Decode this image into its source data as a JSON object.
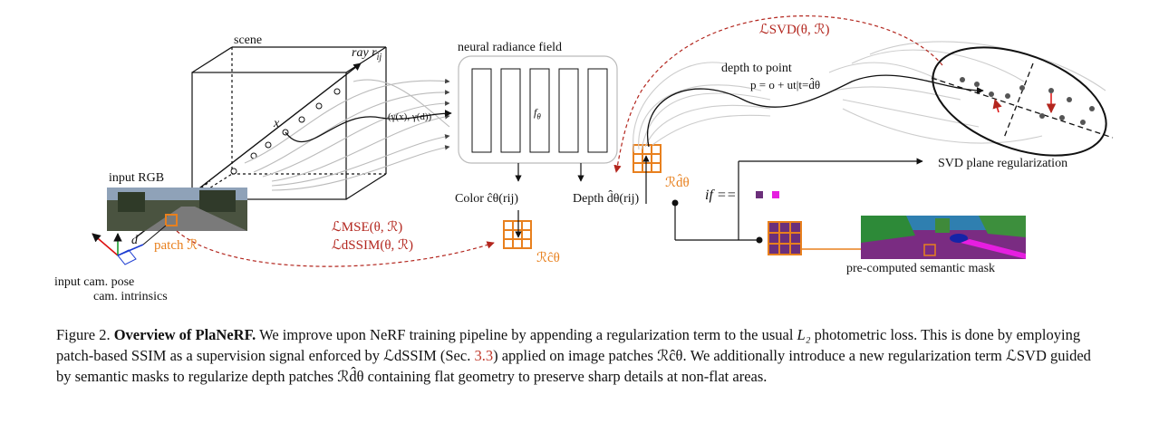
{
  "figure": {
    "scene_label": "scene",
    "ray_label": "ray r",
    "ray_sub": "ij",
    "x_label": "x",
    "gamma_label": "(γ(x), γ(d))",
    "nerf_label": "neural radiance field",
    "f_label": "f",
    "f_sub": "θ",
    "input_rgb_label": "input RGB",
    "patch_label": "patch ℛ",
    "d_label": "d",
    "cam_pose_label": "input cam. pose",
    "cam_intrinsics_label": "cam. intrinsics",
    "color_label": "Color  ĉθ(rij)",
    "depth_label": "Depth  d̂θ(rij)",
    "loss_mse": "ℒMSE(θ, ℛ)",
    "loss_dssim": "ℒdSSIM(θ, ℛ)",
    "loss_svd": "ℒSVD(θ, ℛ)",
    "r_c_label": "ℛĉθ",
    "r_d_label": "ℛd̂θ",
    "depth_to_point_label": "depth to point",
    "point_eq": "p = o + ut|t=d̂θ",
    "svd_label": "SVD plane regularization",
    "if_label": "if ==",
    "mask_label": "pre-computed semantic mask"
  },
  "caption": {
    "fig_no": "Figure 2.",
    "title": "Overview of PlaNeRF.",
    "p1": " We improve upon NeRF training pipeline by appending a regularization term to the usual ",
    "l2": "L₂",
    "p2": " photometric loss. This is done by employing patch-based SSIM as a supervision signal enforced by ",
    "ldssim": "ℒdSSIM",
    "p3": " (Sec. ",
    "sec": "3.3",
    "p4": ") applied on image patches ",
    "rc": "ℛĉθ",
    "p5": ". We additionally introduce a new regularization term ",
    "lsvd": "ℒSVD",
    "p6": " guided by semantic masks to regularize depth patches ",
    "rd": "ℛd̂θ",
    "p7": " containing flat geometry to preserve sharp details at non-flat areas."
  },
  "colors": {
    "loss_red": "#b3261e",
    "patch_orange": "#e8801e",
    "mask_purple": "#6b2f7a",
    "mask_magenta": "#e61ee0"
  }
}
